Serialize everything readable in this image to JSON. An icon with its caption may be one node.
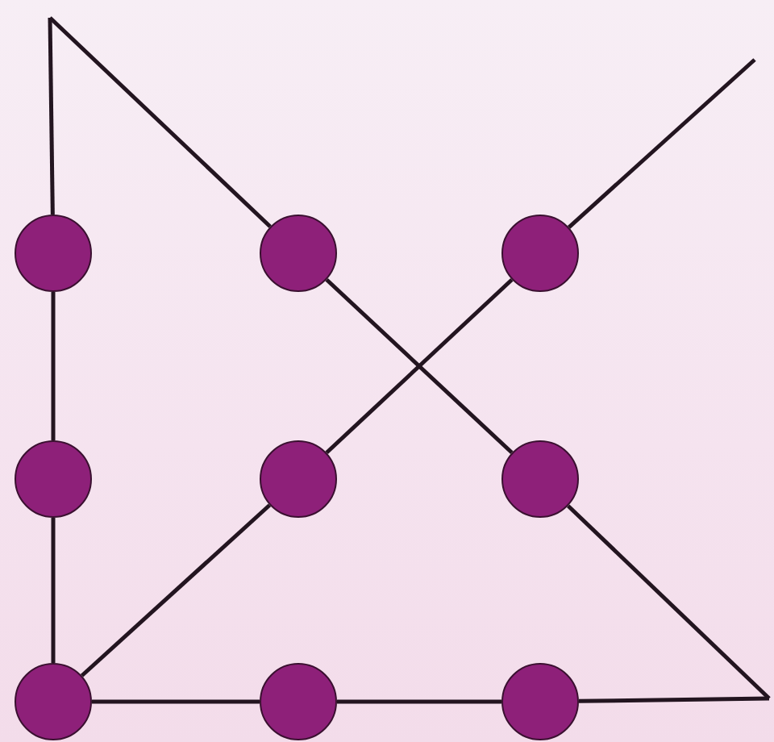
{
  "diagram": {
    "nodes": [
      {
        "text": [],
        "shape": "circle"
      },
      {
        "text": [],
        "shape": "circle"
      },
      {
        "text": [],
        "shape": "circle"
      },
      {
        "text": [],
        "shape": "circle"
      },
      {
        "text": [],
        "shape": "circle"
      },
      {
        "text": [],
        "shape": "circle"
      },
      {
        "text": [],
        "shape": "circle"
      },
      {
        "text": [],
        "shape": "circle"
      },
      {
        "text": [],
        "shape": "circle"
      }
    ],
    "edges": [
      {
        "from": 6,
        "to": 3,
        "arrow": "none"
      },
      {
        "from": 3,
        "to": 0,
        "arrow": "none"
      },
      {
        "from": 0,
        "to": null,
        "arrow": "none"
      },
      {
        "from": null,
        "to": 1,
        "arrow": "none"
      },
      {
        "from": 1,
        "to": 5,
        "arrow": "none"
      },
      {
        "from": 5,
        "to": null,
        "arrow": "none"
      },
      {
        "from": null,
        "to": 8,
        "arrow": "none"
      },
      {
        "from": 8,
        "to": 7,
        "arrow": "none"
      },
      {
        "from": 7,
        "to": 6,
        "arrow": "none"
      },
      {
        "from": 6,
        "to": 4,
        "arrow": "none"
      },
      {
        "from": 4,
        "to": 2,
        "arrow": "none"
      },
      {
        "from": 2,
        "to": null,
        "arrow": "none"
      }
    ]
  }
}
